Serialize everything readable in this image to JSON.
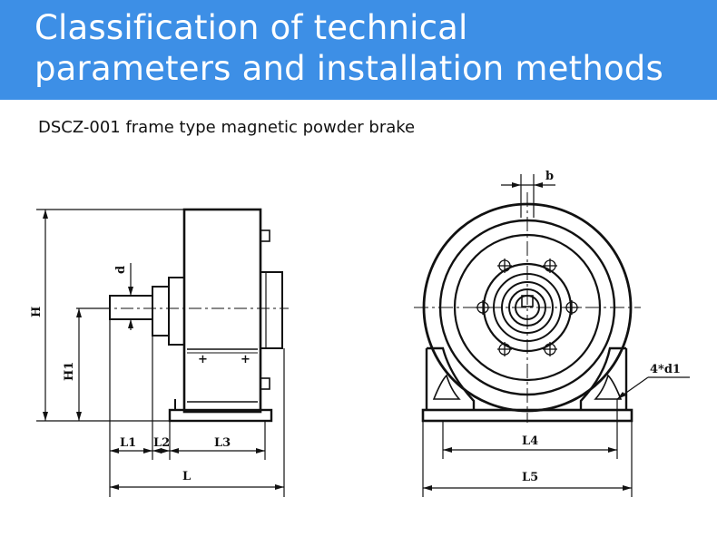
{
  "banner": {
    "title_line1": "Classification of technical",
    "title_line2": "parameters and installation methods",
    "background_color": "#3d8fe6"
  },
  "subtitle": "DSCZ-001 frame type magnetic powder brake",
  "side_view": {
    "labels": {
      "H": "H",
      "H1": "H1",
      "d": "d",
      "L1": "L1",
      "L2": "L2",
      "L3": "L3",
      "L": "L",
      "plus_left": "+",
      "plus_right": "+"
    }
  },
  "front_view": {
    "labels": {
      "b": "b",
      "mount_holes": "4*d1",
      "L4": "L4",
      "L5": "L5"
    }
  }
}
